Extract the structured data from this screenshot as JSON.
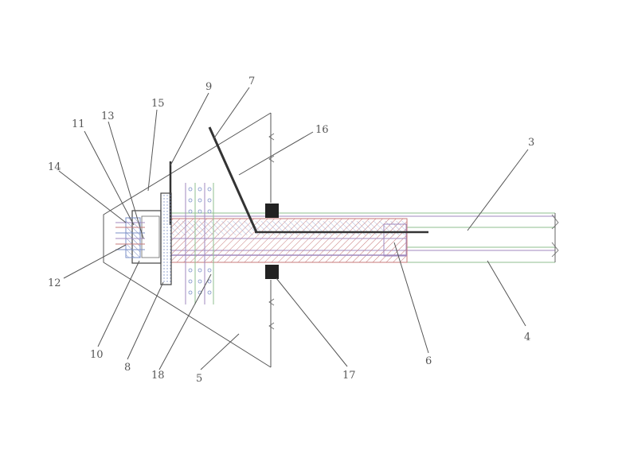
{
  "figure": {
    "labels": [
      {
        "id": "l3",
        "text": "3"
      },
      {
        "id": "l4",
        "text": "4"
      },
      {
        "id": "l5",
        "text": "5"
      },
      {
        "id": "l6",
        "text": "6"
      },
      {
        "id": "l7",
        "text": "7"
      },
      {
        "id": "l8",
        "text": "8"
      },
      {
        "id": "l9",
        "text": "9"
      },
      {
        "id": "l10",
        "text": "10"
      },
      {
        "id": "l11",
        "text": "11"
      },
      {
        "id": "l12",
        "text": "12"
      },
      {
        "id": "l13",
        "text": "13"
      },
      {
        "id": "l14",
        "text": "14"
      },
      {
        "id": "l15",
        "text": "15"
      },
      {
        "id": "l16",
        "text": "16"
      },
      {
        "id": "l17",
        "text": "17"
      },
      {
        "id": "l18",
        "text": "18"
      }
    ],
    "colors": {
      "line": "#555555",
      "dark": "#333333",
      "hatch_red": "#c77a7a",
      "hatch_blue": "#7a8fc7",
      "green": "#8fbf8f",
      "purple": "#a08abf",
      "block": "#222222"
    }
  }
}
